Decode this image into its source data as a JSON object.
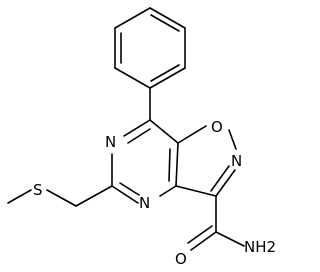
{
  "structure": {
    "atoms": {
      "o1": "O",
      "n2": "N",
      "n4": "N",
      "n6": "N",
      "s": "S",
      "o_amide": "O",
      "nh2": "NH2"
    }
  }
}
